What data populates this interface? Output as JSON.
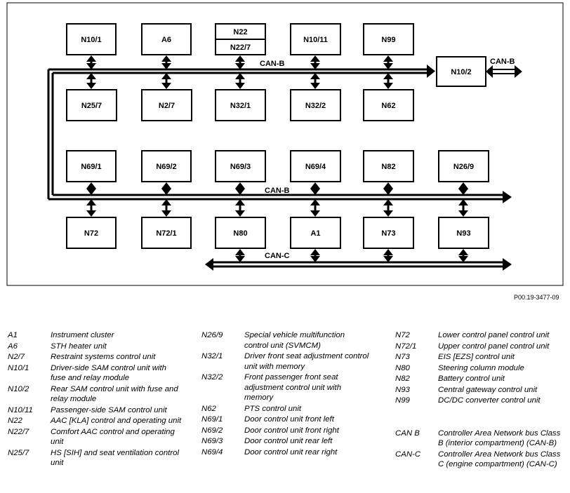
{
  "diagram": {
    "bus_labels": {
      "canb_top": "CAN-B",
      "canb_right": "CAN-B",
      "canb_mid": "CAN-B",
      "canc": "CAN-C"
    },
    "row1": [
      "N10/1",
      "A6",
      "N22",
      "N22/7",
      "N10/11",
      "N99"
    ],
    "row1_right": "N10/2",
    "row2": [
      "N25/7",
      "N2/7",
      "N32/1",
      "N32/2",
      "N62"
    ],
    "row3": [
      "N69/1",
      "N69/2",
      "N69/3",
      "N69/4",
      "N82",
      "N26/9"
    ],
    "row4": [
      "N72",
      "N72/1",
      "N80",
      "A1",
      "N73",
      "N93"
    ]
  },
  "reference": "P00.19-3477-09",
  "legend": {
    "col1": [
      {
        "code": "A1",
        "desc": "Instrument cluster"
      },
      {
        "code": "A6",
        "desc": "STH heater unit"
      },
      {
        "code": "N2/7",
        "desc": "Restraint systems control unit"
      },
      {
        "code": "N10/1",
        "desc": "Driver-side SAM control unit with fuse and relay module"
      },
      {
        "code": "N10/2",
        "desc": "Rear SAM control unit with fuse and relay module"
      },
      {
        "code": "N10/11",
        "desc": "Passenger-side SAM control unit"
      },
      {
        "code": "N22",
        "desc": "AAC [KLA] control and operating unit"
      },
      {
        "code": "N22/7",
        "desc": "Comfort AAC control and operating unit"
      },
      {
        "code": "N25/7",
        "desc": "HS [SIH] and seat ventilation control unit"
      }
    ],
    "col2": [
      {
        "code": "N26/9",
        "desc": "Special vehicle multifunction control unit (SVMCM)"
      },
      {
        "code": "N32/1",
        "desc": "Driver front seat adjustment control unit with memory"
      },
      {
        "code": "N32/2",
        "desc": "Front passenger front seat adjustment control unit with memory"
      },
      {
        "code": "N62",
        "desc": "PTS control unit"
      },
      {
        "code": "N69/1",
        "desc": "Door control unit front left"
      },
      {
        "code": "N69/2",
        "desc": "Door control unit front right"
      },
      {
        "code": "N69/3",
        "desc": "Door control unit rear left"
      },
      {
        "code": "N69/4",
        "desc": "Door control unit rear right"
      }
    ],
    "col3": [
      {
        "code": "N72",
        "desc": "Lower control panel control unit"
      },
      {
        "code": "N72/1",
        "desc": "Upper control panel control unit"
      },
      {
        "code": "N73",
        "desc": "EIS [EZS] control unit"
      },
      {
        "code": "N80",
        "desc": "Steering column module"
      },
      {
        "code": "N82",
        "desc": "Battery control unit"
      },
      {
        "code": "N93",
        "desc": "Central gateway control unit"
      },
      {
        "code": "N99",
        "desc": "DC/DC converter control unit"
      }
    ],
    "col3_bus": [
      {
        "code": "CAN B",
        "desc": "Controller Area Network bus Class B (interior compartment) (CAN-B)"
      },
      {
        "code": "CAN-C",
        "desc": "Controller Area Network bus Class C (engine compartment) (CAN-C)"
      }
    ]
  }
}
